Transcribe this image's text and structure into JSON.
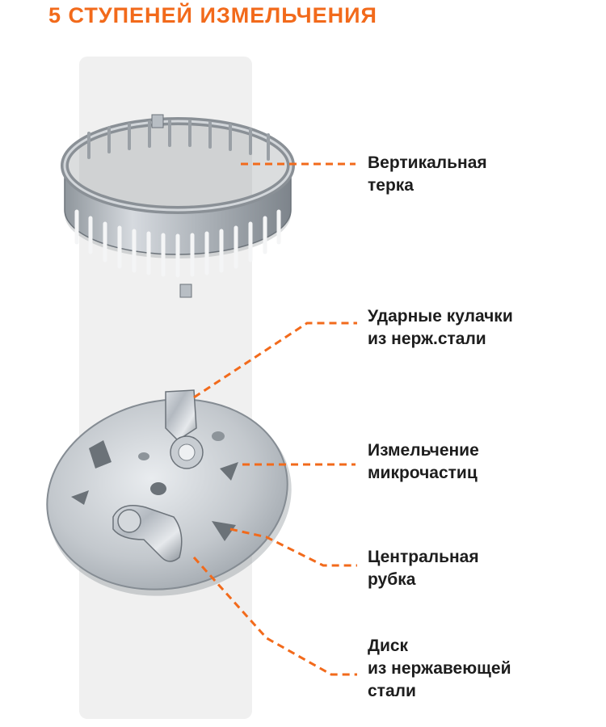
{
  "title": "5 СТУПЕНЕЙ ИЗМЕЛЬЧЕНИЯ",
  "accent_color": "#f26a1b",
  "labels": [
    {
      "lines": [
        "Вертикальная",
        "терка"
      ]
    },
    {
      "lines": [
        "Ударные кулачки",
        "из нерж.стали"
      ]
    },
    {
      "lines": [
        "Измельчение",
        "микрочастиц"
      ]
    },
    {
      "lines": [
        "Центральная",
        "рубка"
      ]
    },
    {
      "lines": [
        "Диск",
        "из нержавеющей",
        "стали"
      ]
    }
  ]
}
